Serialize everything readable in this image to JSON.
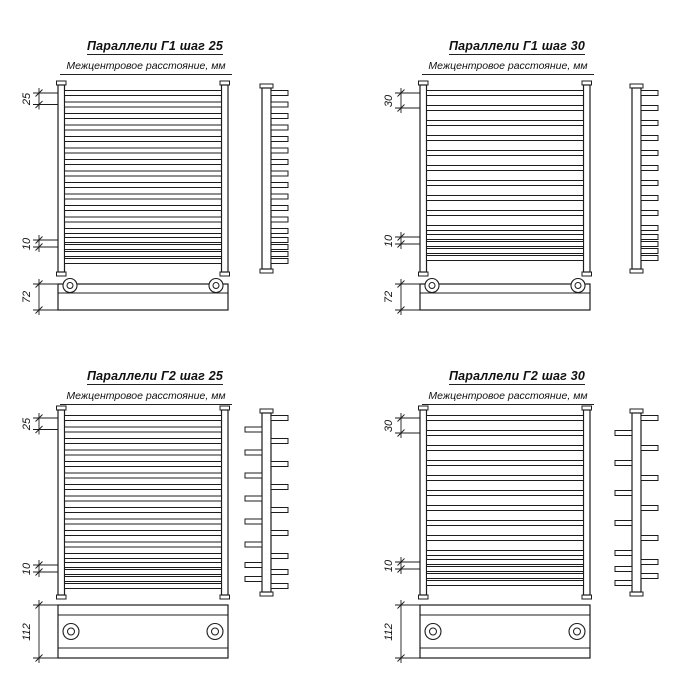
{
  "sheet": {
    "background": "#ffffff",
    "line_color": "#1c1c1c"
  },
  "drawings": [
    {
      "id": "parallels-g1-step25",
      "title": "Параллели Г1 шаг 25",
      "subtitle": "Межцентровое расстояние, мм",
      "dim_step": "25",
      "dim_small": "10",
      "dim_base": "72",
      "step": 25,
      "variant": "Г1",
      "tubes_main": 13,
      "tubes_small": 4
    },
    {
      "id": "parallels-g1-step30",
      "title": "Параллели Г1 шаг 30",
      "subtitle": "Межцентровое расстояние, мм",
      "dim_step": "30",
      "dim_small": "10",
      "dim_base": "72",
      "step": 30,
      "variant": "Г1",
      "tubes_main": 10,
      "tubes_small": 4
    },
    {
      "id": "parallels-g2-step25",
      "title": "Параллели Г2 шаг 25",
      "subtitle": "Межцентровое расстояние, мм",
      "dim_step": "25",
      "dim_small": "10",
      "dim_base": "112",
      "step": 25,
      "variant": "Г2",
      "tubes_main": 13,
      "tubes_small": 4
    },
    {
      "id": "parallels-g2-step30",
      "title": "Параллели Г2 шаг 30",
      "subtitle": "Межцентровое расстояние, мм",
      "dim_step": "30",
      "dim_small": "10",
      "dim_base": "112",
      "step": 30,
      "variant": "Г2",
      "tubes_main": 10,
      "tubes_small": 4
    }
  ]
}
